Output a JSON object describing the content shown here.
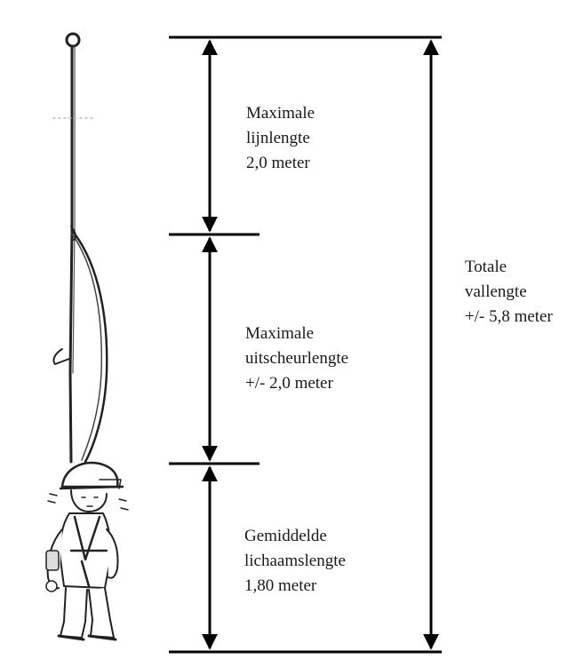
{
  "segments": [
    {
      "lines": [
        "Maximale",
        "lijnlengte",
        "2,0 meter"
      ]
    },
    {
      "lines": [
        "Maximale",
        "uitscheurlengte",
        "+/- 2,0 meter"
      ]
    },
    {
      "lines": [
        "Gemiddelde",
        "lichaamslengte",
        "1,80 meter"
      ]
    }
  ],
  "total": {
    "lines": [
      "Totale",
      "vallengte",
      "+/- 5,8 meter"
    ]
  },
  "colors": {
    "ink": "#000000",
    "text": "#1a1a1a",
    "background": "#ffffff"
  }
}
